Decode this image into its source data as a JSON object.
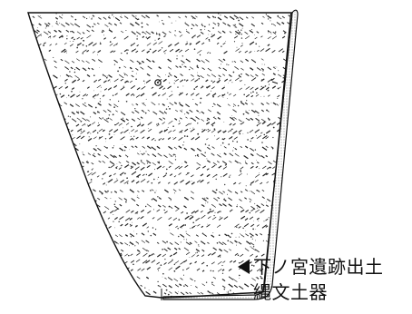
{
  "caption": {
    "line1": "下ノ宮遺跡出土",
    "line2": "縄文土器"
  },
  "figure": {
    "pointer_icon": "left-pointing-triangle",
    "ink_color": "#111111",
    "background_color": "#ffffff"
  }
}
